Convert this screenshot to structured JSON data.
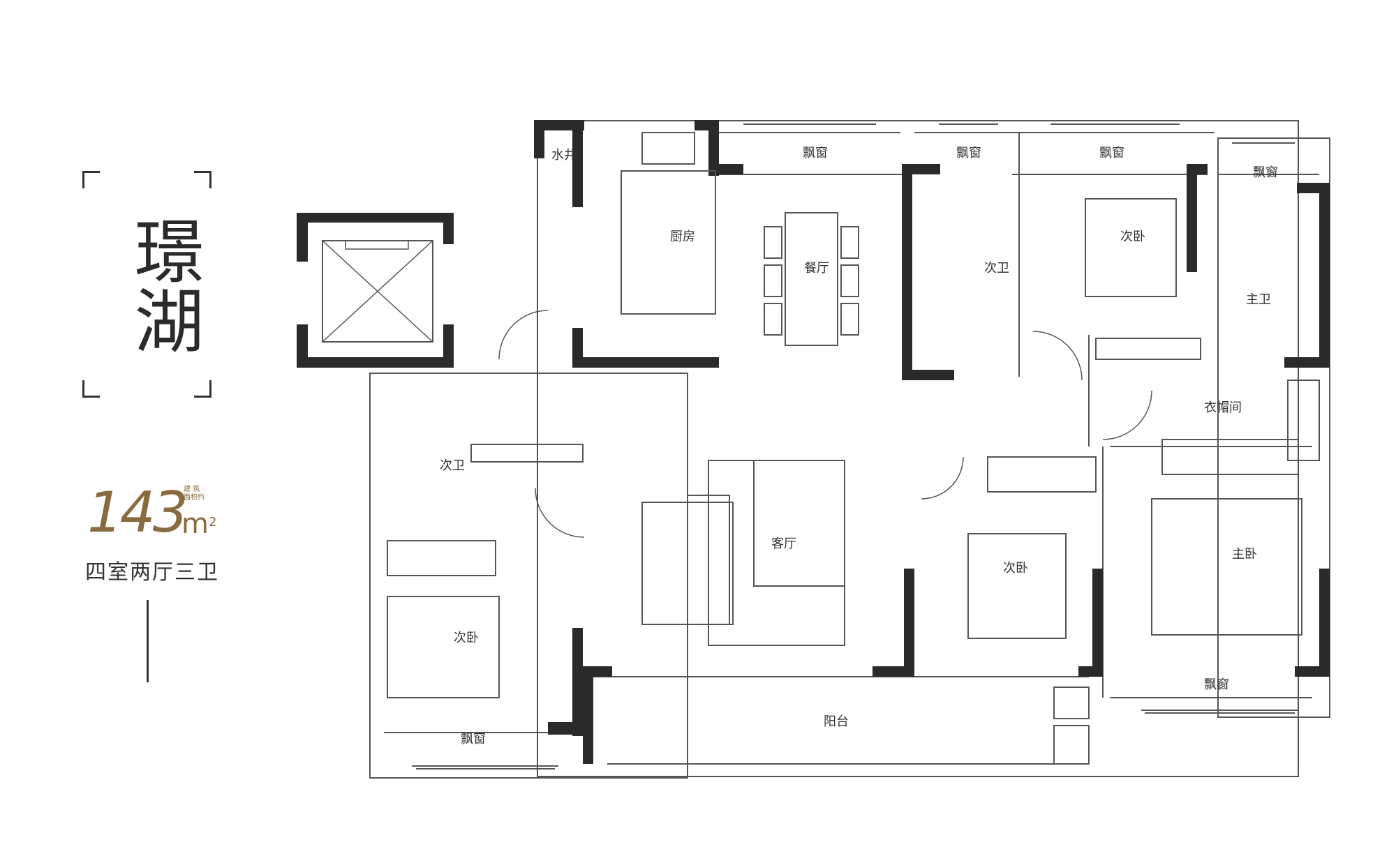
{
  "brand": {
    "name": "璟湖"
  },
  "area": {
    "number": "143",
    "label_line1": "建 筑",
    "label_line2": "面积约",
    "unit": "m",
    "unit_sup": "2"
  },
  "layout_type": "四室两厅三卫",
  "rooms": {
    "water_well": "水井",
    "kitchen": "厨房",
    "dining": "餐厅",
    "bay_window": "飘窗",
    "secondary_bath": "次卫",
    "secondary_bedroom": "次卧",
    "master_bath": "主卫",
    "cloakroom": "衣帽间",
    "living_room": "客厅",
    "master_bedroom": "主卧",
    "balcony": "阳台"
  }
}
